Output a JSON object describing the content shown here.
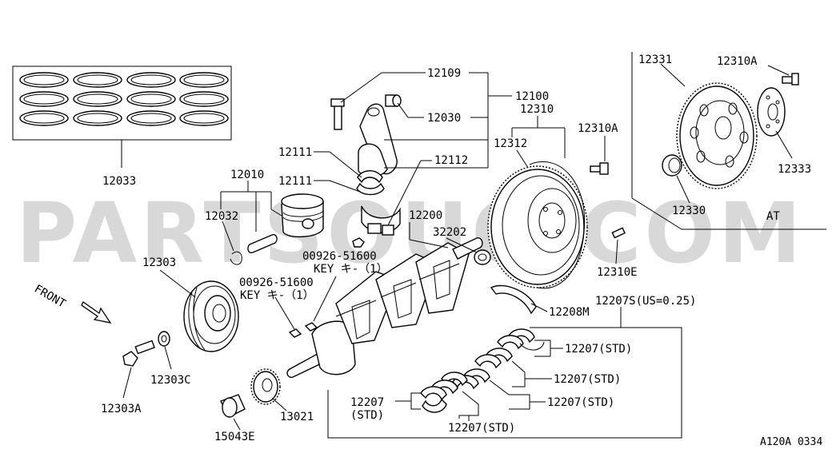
{
  "diagram": {
    "parts": {
      "rings": "12033",
      "con_rod_assy": "12100",
      "con_rod_bolt": "12109",
      "con_rod_bushing": "12030",
      "rod_bearing_upper": "12111",
      "rod_bearing_lower": "12111",
      "con_rod_nut": "12112",
      "piston_assy": "12010",
      "snap_ring": "12032",
      "crankshaft": "12200",
      "pilot_bushing": "32202",
      "flywheel_assy": "12310",
      "flywheel": "12312",
      "flywheel_bolt": "12310A",
      "dowel_pin": "12310E",
      "drive_plate": "12331",
      "drive_plate_bolt": "12310A",
      "reinforcement_plate": "12333",
      "rear_seal": "12330",
      "thrust_washer": "12208M",
      "main_bearing_set": "12207S(US=0.25)",
      "main_bearing_1": "12207(STD)",
      "main_bearing_2": "12207(STD)",
      "main_bearing_3": "12207(STD)",
      "main_bearing_4": "12207(STD)",
      "main_bearing_5_line1": "12207",
      "main_bearing_5_line2": "(STD)",
      "pulley": "12303",
      "pulley_bolt": "12303A",
      "pulley_washer": "12303C",
      "crank_sprocket": "13021",
      "spacer": "15043E",
      "key_upper_part": "00926-51600",
      "key_upper_desc": "KEY キ-（1）",
      "key_lower_part": "00926-51600",
      "key_lower_desc": "KEY キ-（1）"
    },
    "front_label": "FRONT",
    "at_label": "AT",
    "figure_code": "A120A 0334",
    "watermark": "PARTSOUQ.COM"
  }
}
